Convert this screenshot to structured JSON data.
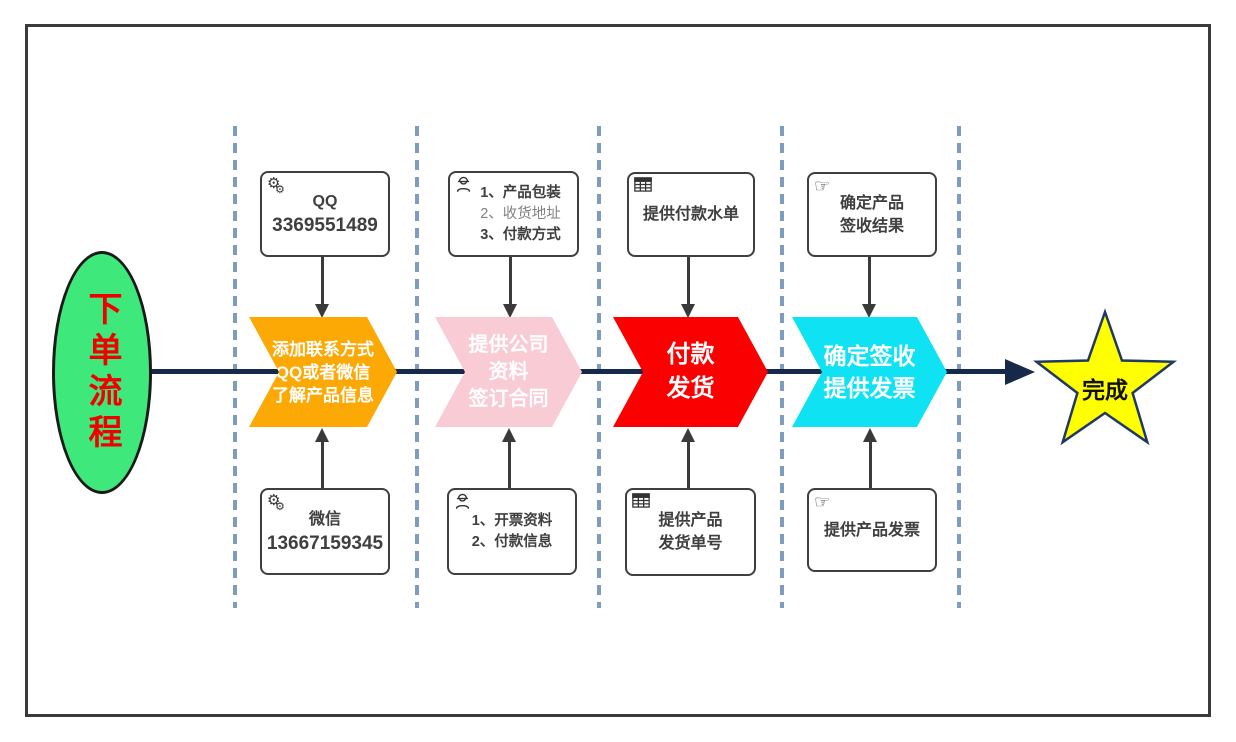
{
  "flow": {
    "start": {
      "label": "下单流程",
      "shape": "ellipse",
      "fill": "#3fe87b",
      "text_color": "#f20000"
    },
    "end": {
      "label": "完成",
      "shape": "star",
      "fill": "#ffff00",
      "border_color": "#1f3864"
    },
    "steps": [
      {
        "id": "add-contact",
        "chevron": {
          "color": "#fca805",
          "lines": [
            "添加联系方式",
            "QQ或者微信",
            "了解产品信息"
          ]
        },
        "top_note": {
          "icon": "gear-icon",
          "lines": [
            "QQ",
            "3369551489"
          ]
        },
        "bottom_note": {
          "icon": "gear-icon",
          "lines": [
            "微信",
            "13667159345"
          ]
        }
      },
      {
        "id": "company-info-contract",
        "chevron": {
          "color": "#f9cbd5",
          "lines": [
            "提供公司",
            "资料",
            "签订合同"
          ]
        },
        "top_note": {
          "icon": "person-icon",
          "lines": [
            "1、产品包装",
            "2、收货地址",
            "3、付款方式"
          ]
        },
        "bottom_note": {
          "icon": "person-icon",
          "lines": [
            "1、开票资料",
            "2、付款信息"
          ]
        }
      },
      {
        "id": "pay-ship",
        "chevron": {
          "color": "#fa0000",
          "lines": [
            "付款",
            "发货"
          ]
        },
        "top_note": {
          "icon": "table-icon",
          "lines": [
            "提供付款水单"
          ]
        },
        "bottom_note": {
          "icon": "table-icon",
          "lines": [
            "提供产品",
            "发货单号"
          ]
        }
      },
      {
        "id": "sign-invoice",
        "chevron": {
          "color": "#0fe2f2",
          "lines": [
            "确定签收",
            "提供发票"
          ]
        },
        "top_note": {
          "icon": "pointing-hand-icon",
          "lines": [
            "确定产品",
            "签收结果"
          ]
        },
        "bottom_note": {
          "icon": "pointing-hand-icon",
          "lines": [
            "提供产品发票"
          ]
        }
      }
    ],
    "separator_color": "#7e9cbe",
    "main_line_color": "#16294b"
  }
}
